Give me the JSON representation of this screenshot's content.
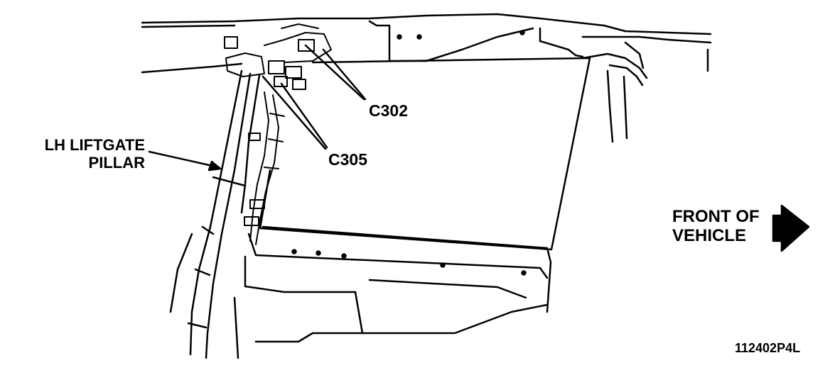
{
  "labels": {
    "pillar_line1": "LH LIFTGATE",
    "pillar_line2": "PILLAR",
    "connector_a": "C302",
    "connector_b": "C305",
    "front_line1": "FRONT OF",
    "front_line2": "VEHICLE",
    "figure_code": "112402P4L"
  },
  "colors": {
    "ink": "#000000",
    "paper": "#ffffff"
  },
  "icons": {
    "direction": "right-arrow-icon"
  }
}
